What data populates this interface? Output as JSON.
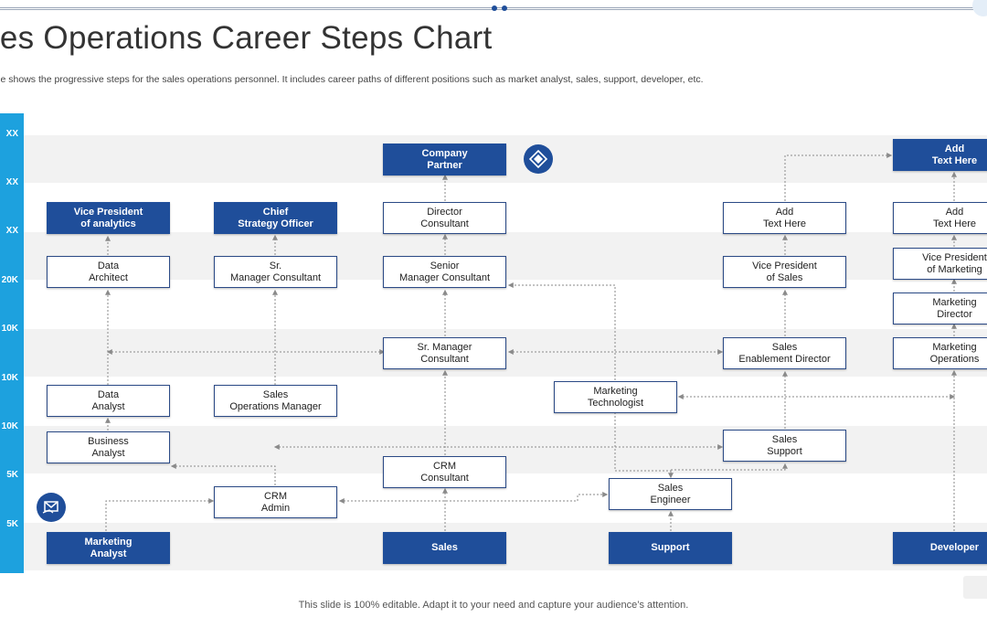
{
  "header": {
    "title": "ales Operations Career Steps Chart",
    "subtitle": "lide shows the progressive steps for the sales operations personnel. It includes career paths of different positions such as market analyst, sales, support, developer, etc."
  },
  "salary_axis": {
    "labels": [
      "XX",
      "XX",
      "XX",
      "20K",
      "10K",
      "10K",
      "10K",
      "5K",
      "5K"
    ]
  },
  "boxes": {
    "vp_analytics": "Vice President\nof analytics",
    "data_architect": "Data\nArchitect",
    "data_analyst": "Data\nAnalyst",
    "business_analyst": "Business\nAnalyst",
    "marketing_analyst": "Marketing\nAnalyst",
    "chief_strategy_officer": "Chief\nStrategy Officer",
    "sr_manager_consultant_a": "Sr.\nManager Consultant",
    "sales_operations_manager": "Sales\nOperations Manager",
    "crm_admin": "CRM\nAdmin",
    "company_partner": "Company\nPartner",
    "director_consultant": "Director\nConsultant",
    "senior_manager_consultant": "Senior\nManager Consultant",
    "sr_manager_consultant_b": "Sr. Manager\nConsultant",
    "crm_consultant": "CRM\nConsultant",
    "sales": "Sales",
    "marketing_technologist": "Marketing\nTechnologist",
    "sales_engineer": "Sales\nEngineer",
    "support": "Support",
    "add_text_a": "Add\nText Here",
    "vp_sales": "Vice President\nof Sales",
    "sales_enablement_director": "Sales\nEnablement Director",
    "sales_support": "Sales\nSupport",
    "add_text_b": "Add\nText Here",
    "add_text_c": "Add\nText Here",
    "vp_marketing": "Vice President\nof Marketing",
    "marketing_director": "Marketing\nDirector",
    "marketing_operations": "Marketing\nOperations",
    "developer": "Developer"
  },
  "footer": {
    "text": "This slide is 100% editable. Adapt it to your need and capture your audience’s attention."
  },
  "colors": {
    "navy_box": "#1f4e9a",
    "salary_bar": "#1da1de",
    "band": "#f2f2f2",
    "connector": "#8a8a8a"
  }
}
